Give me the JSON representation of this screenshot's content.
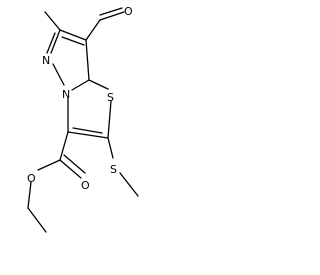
{
  "molecule": {
    "atoms": {
      "aldehyde_oxygen": "O",
      "ring_nitrogen_upper": "N",
      "ring_nitrogen_bridge": "N",
      "ring_sulfur": "S",
      "thioether_sulfur": "S",
      "ester_carbonyl_oxygen": "O",
      "ester_alkoxy_oxygen": "O"
    },
    "colors": {
      "bond": "#000000",
      "text": "#000000",
      "background": "#ffffff"
    }
  }
}
